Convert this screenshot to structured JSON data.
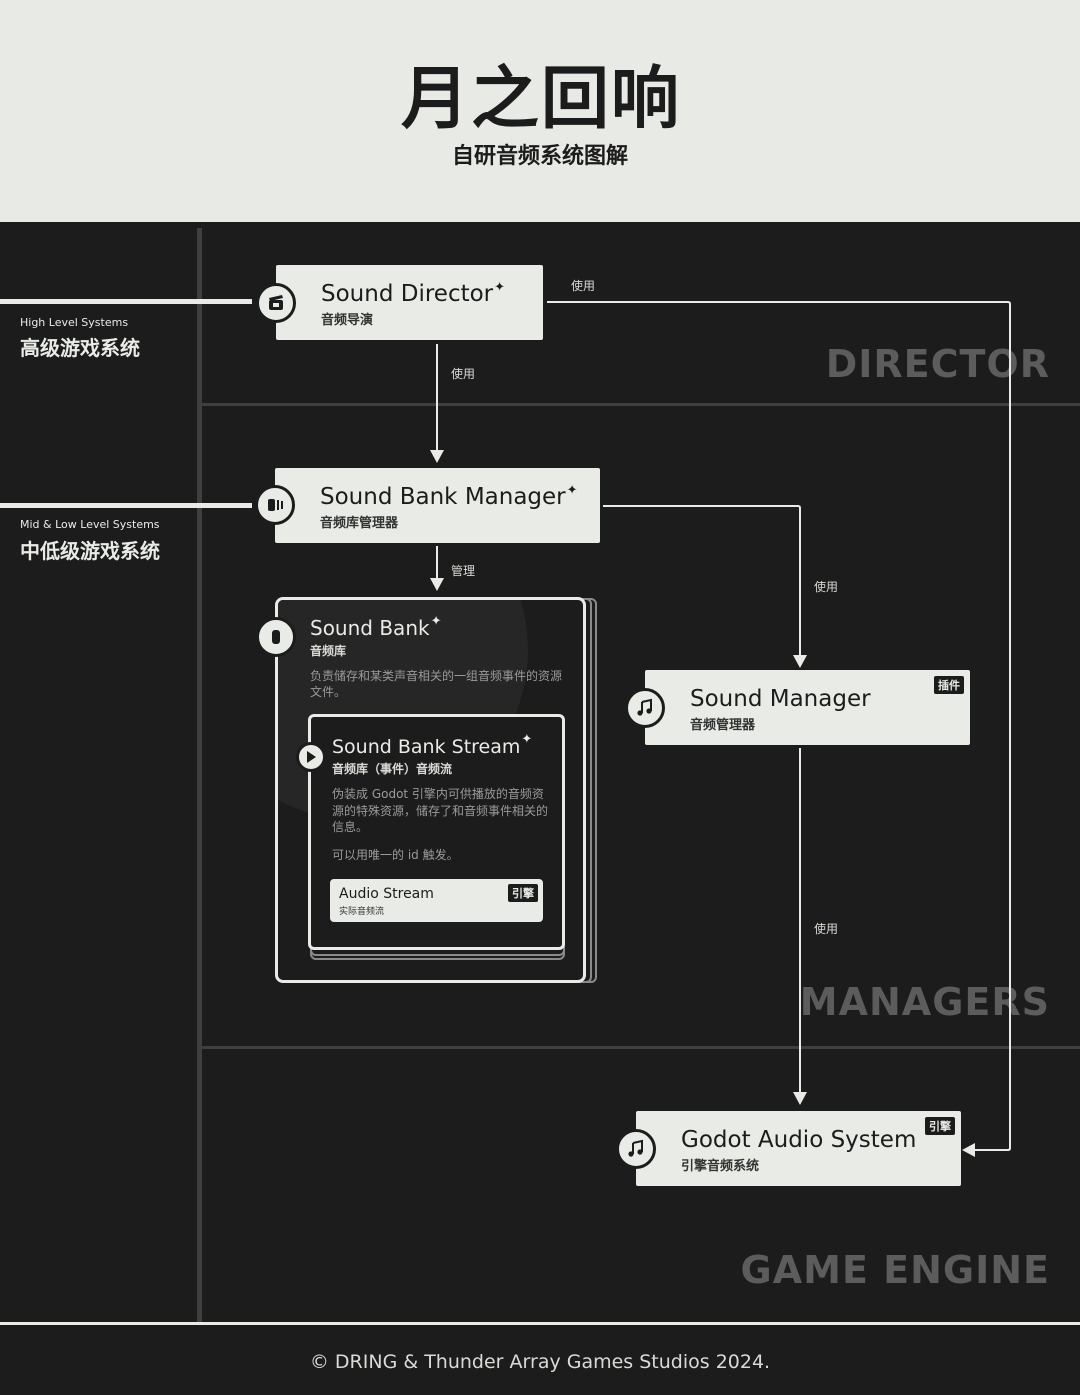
{
  "header": {
    "logo_text": "月之回响",
    "subtitle": "自研音频系统图解"
  },
  "levels": {
    "high_small": "High Level Systems",
    "high_big": "高级游戏系统",
    "mid_small": "Mid & Low Level Systems",
    "mid_big": "中低级游戏系统"
  },
  "bands": {
    "director": "DIRECTOR",
    "managers": "MANAGERS",
    "engine": "GAME ENGINE"
  },
  "nodes": {
    "director": {
      "title": "Sound Director",
      "subtitle": "音频导演",
      "icon": "clapperboard-icon"
    },
    "bank_manager": {
      "title": "Sound Bank Manager",
      "subtitle": "音频库管理器",
      "icon": "stacked-cards-icon"
    },
    "sound_bank": {
      "title": "Sound Bank",
      "subtitle": "音频库",
      "description": "负责储存和某类声音相关的一组音频事件的资源文件。",
      "icon": "card-icon"
    },
    "stream": {
      "title": "Sound Bank Stream",
      "subtitle": "音频库（事件）音频流",
      "description": "伪装成 Godot 引擎内可供播放的音频资源的特殊资源，储存了和音频事件相关的信息。",
      "description2": "可以用唯一的 id 触发。",
      "icon": "play-icon"
    },
    "audio_stream": {
      "title": "Audio Stream",
      "subtitle": "实际音频流",
      "badge": "引擎"
    },
    "sound_manager": {
      "title": "Sound Manager",
      "subtitle": "音频管理器",
      "badge": "插件",
      "icon": "music-note-icon"
    },
    "godot_audio": {
      "title": "Godot Audio System",
      "subtitle": "引擎音频系统",
      "badge": "引擎",
      "icon": "music-note-icon"
    }
  },
  "edges": {
    "director_to_bank_manager": "使用",
    "director_to_godot": "使用",
    "bank_manager_to_bank": "管理",
    "bank_manager_to_sound_manager": "使用",
    "sound_manager_to_godot": "使用"
  },
  "footer": "© DRING & Thunder Array Games Studios 2024.",
  "colors": {
    "background": "#1c1c1c",
    "card": "#e9ece6",
    "grid": "#3f3f3f",
    "band_text": "#5c5c5c"
  }
}
